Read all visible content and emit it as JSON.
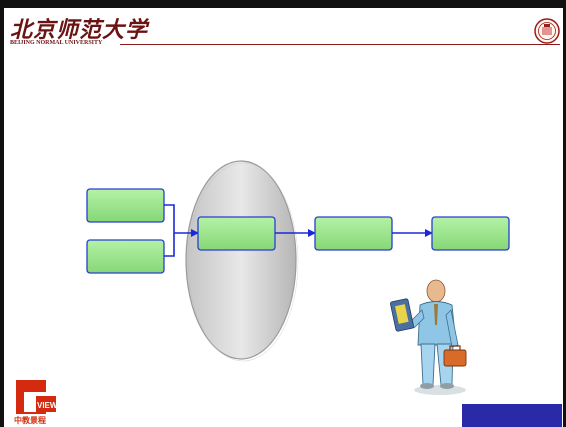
{
  "header": {
    "logo_cn": "北京师范大学",
    "logo_en": "BEIJING NORMAL UNIVERSITY",
    "seal_icon": "university-seal-icon"
  },
  "diagram": {
    "box_fill": "#9fe68f",
    "box_border": "#2a3dd0",
    "arrow_color": "#1a28d6",
    "ellipse_fill": "#d4d4d4",
    "input_boxes": [
      {
        "label": ""
      },
      {
        "label": ""
      }
    ],
    "chain_boxes": [
      {
        "label": ""
      },
      {
        "label": ""
      },
      {
        "label": ""
      }
    ]
  },
  "footer": {
    "logo_icon": "chinaview-logo-icon",
    "logo_text": "VIEW",
    "caption": "中教景程",
    "bar_color": "#2a2aa8"
  }
}
